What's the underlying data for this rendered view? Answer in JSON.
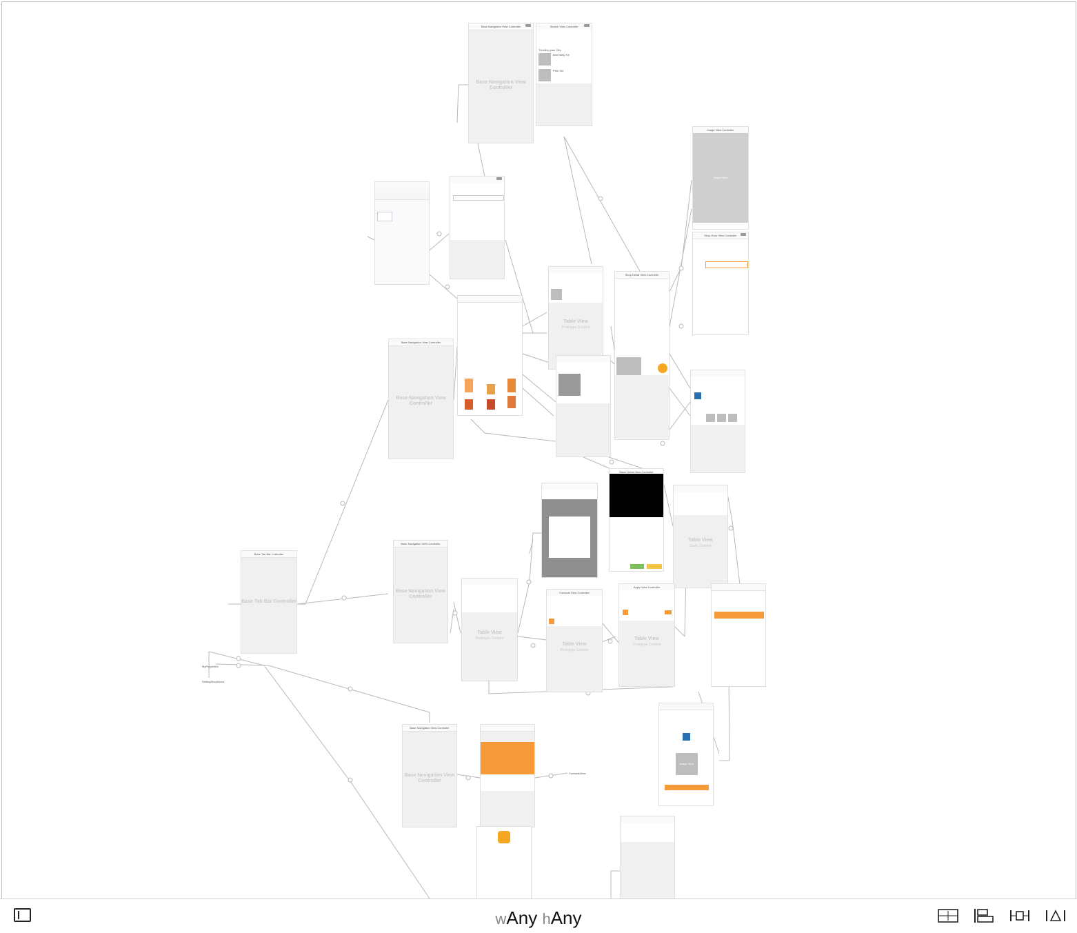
{
  "scenes": {
    "base_nav_top": {
      "title": "Base Navigation View Controller",
      "placeholder": "Base Navigation View Controller"
    },
    "search_vc": {
      "title": "Search View Controller",
      "line1": "Trending your City",
      "item1": "Beef BBQ Kit",
      "item2": "Pork Set"
    },
    "image_vc": {
      "title": "Image View Controller",
      "content": "Image View"
    },
    "shop_error_vc": {
      "title": "Shop Error View Controller"
    },
    "base_nav_mid": {
      "title": "Base Navigation View Controller",
      "placeholder": "Base Navigation View Controller"
    },
    "shop_detail_vc": {
      "title": "Shop Detail View Controller"
    },
    "table_view_1": {
      "placeholder": "Table View",
      "sub": "Prototype Content"
    },
    "base_tab_bar": {
      "title": "Base Tab Bar Controller",
      "placeholder": "Base Tab Bar Controller"
    },
    "base_nav_low": {
      "title": "Base Navigation View Controller",
      "placeholder": "Base Navigation View Controller"
    },
    "table_view_2": {
      "placeholder": "Table View",
      "sub": "Prototype Content"
    },
    "contacts_vc": {
      "title": "Contacts View Controller"
    },
    "table_view_3": {
      "placeholder": "Table View",
      "sub": "Prototype Content"
    },
    "apply_vc": {
      "title": "Apply View Controller"
    },
    "table_view_4": {
      "placeholder": "Table View",
      "sub": "Prototype Content"
    },
    "table_view_static": {
      "placeholder": "Table View",
      "sub": "Static Content"
    },
    "black_vc": {
      "title": "Black Detail View Controller"
    },
    "base_nav_bottom": {
      "title": "Base Navigation View Controller",
      "placeholder": "Base Navigation View Controller"
    },
    "image_view_small": {
      "content": "Image View"
    }
  },
  "labels": {
    "my_properties": "MyProperties",
    "setting_storyboard": "SettingStoryboard",
    "contacts_ref": "ContactsView"
  },
  "toolbar": {
    "size_w_prefix": "w",
    "size_w": "Any",
    "size_h_prefix": "h",
    "size_h": "Any"
  }
}
